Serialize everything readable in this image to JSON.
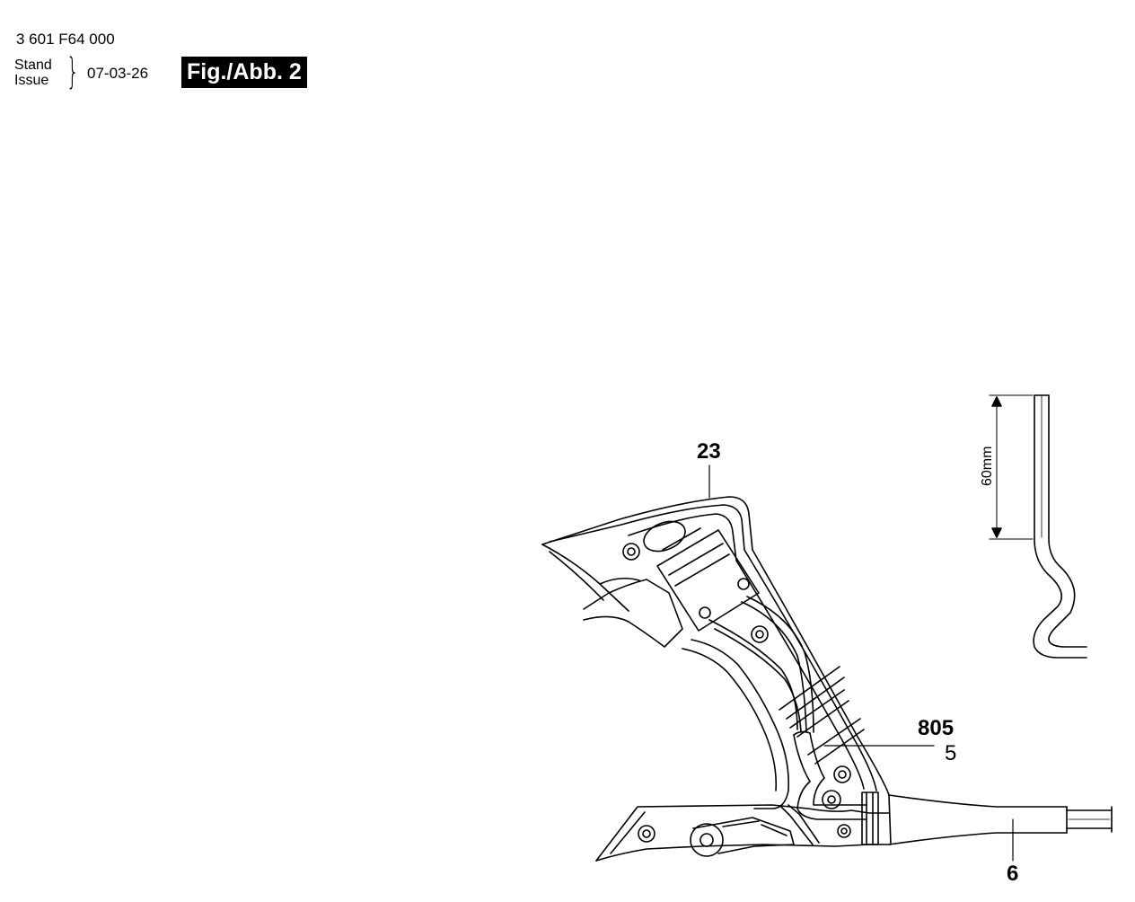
{
  "header": {
    "part_number": "3 601 F64 000",
    "stand_label": "Stand",
    "issue_label": "Issue",
    "date": "07-03-26",
    "figure_label": "Fig./Abb. 2"
  },
  "callouts": {
    "c23": "23",
    "c805": "805",
    "c5": "5",
    "c6": "6"
  },
  "detail": {
    "dimension_label": "60mm"
  }
}
